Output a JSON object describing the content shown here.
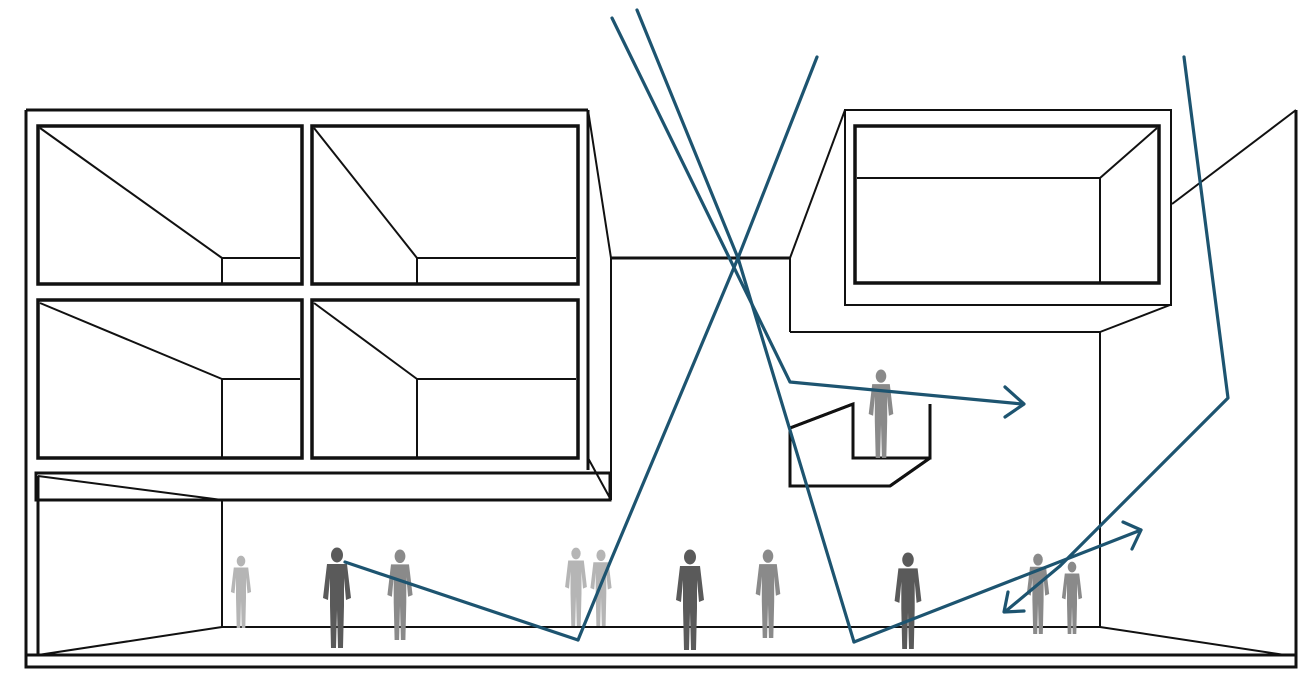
{
  "diagram": {
    "type": "architectural-section",
    "colors": {
      "line": "#111111",
      "ray": "#1d5470",
      "figure_dark": "#5a5a5a",
      "figure_mid": "#8a8a8a",
      "figure_light": "#b5b5b5"
    },
    "rays": [
      {
        "name": "ray-1",
        "arrow": "none"
      },
      {
        "name": "ray-2",
        "arrow": "none"
      },
      {
        "name": "ray-3",
        "arrow": "end"
      },
      {
        "name": "ray-4",
        "arrow": "none"
      },
      {
        "name": "ray-5",
        "arrow": "end"
      },
      {
        "name": "ray-6",
        "arrow": "end"
      }
    ],
    "figures": [
      {
        "name": "person-1",
        "tone": "figure_light"
      },
      {
        "name": "person-2",
        "tone": "figure_dark"
      },
      {
        "name": "person-3",
        "tone": "figure_mid"
      },
      {
        "name": "person-4",
        "tone": "figure_light"
      },
      {
        "name": "person-5",
        "tone": "figure_light"
      },
      {
        "name": "person-6",
        "tone": "figure_dark"
      },
      {
        "name": "person-7",
        "tone": "figure_mid"
      },
      {
        "name": "person-8",
        "tone": "figure_dark"
      },
      {
        "name": "person-9",
        "tone": "figure_mid"
      },
      {
        "name": "person-10",
        "tone": "figure_mid"
      },
      {
        "name": "person-balcony",
        "tone": "figure_mid"
      }
    ]
  }
}
